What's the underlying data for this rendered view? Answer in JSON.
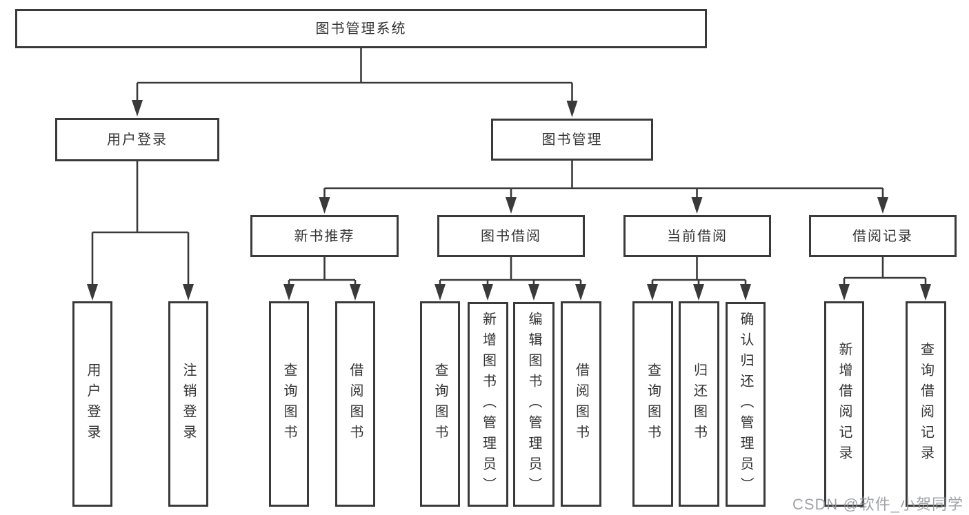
{
  "diagram": {
    "root": {
      "label": "图书管理系统"
    },
    "level2": {
      "user_login": {
        "label": "用户登录"
      },
      "book_management": {
        "label": "图书管理"
      }
    },
    "level3": {
      "new_book_recommend": {
        "label": "新书推荐"
      },
      "book_borrowing": {
        "label": "图书借阅"
      },
      "current_borrowing": {
        "label": "当前借阅"
      },
      "borrowing_records": {
        "label": "借阅记录"
      }
    },
    "leaves": {
      "user_login": {
        "label": "用户登录"
      },
      "logout": {
        "label": "注销登录"
      },
      "nb_query_books": {
        "label": "查询图书"
      },
      "nb_borrow_books": {
        "label": "借阅图书"
      },
      "bb_query_books": {
        "label": "查询图书"
      },
      "bb_add_books": {
        "label": "新增图书（管理员）"
      },
      "bb_edit_books": {
        "label": "编辑图书（管理员）"
      },
      "bb_borrow_books": {
        "label": "借阅图书"
      },
      "cb_query_books": {
        "label": "查询图书"
      },
      "cb_return_books": {
        "label": "归还图书"
      },
      "cb_confirm_return": {
        "label": "确认归还（管理员）"
      },
      "br_add_record": {
        "label": "新增借阅记录"
      },
      "br_query_record": {
        "label": "查询借阅记录"
      }
    }
  },
  "watermark": {
    "text": "CSDN @软件_小贺同学"
  },
  "colors": {
    "line": "#3a3a3a",
    "text": "#333333",
    "watermark": "#919396",
    "background": "#ffffff"
  }
}
